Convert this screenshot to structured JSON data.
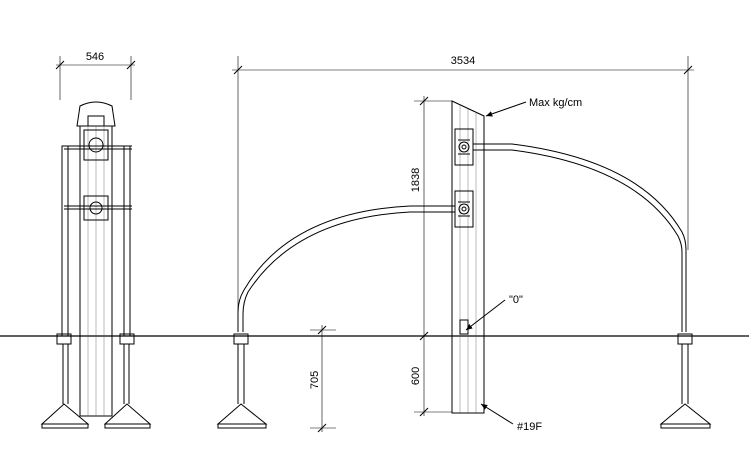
{
  "dimensions": {
    "side_width": "546",
    "overall_width": "3534",
    "upper_height": "1838",
    "below_ground_front": "600",
    "below_ground_side": "705"
  },
  "notes": {
    "max_load": "Max kg/cm",
    "ground_zero": "\"0\"",
    "post_code": "#19F"
  }
}
